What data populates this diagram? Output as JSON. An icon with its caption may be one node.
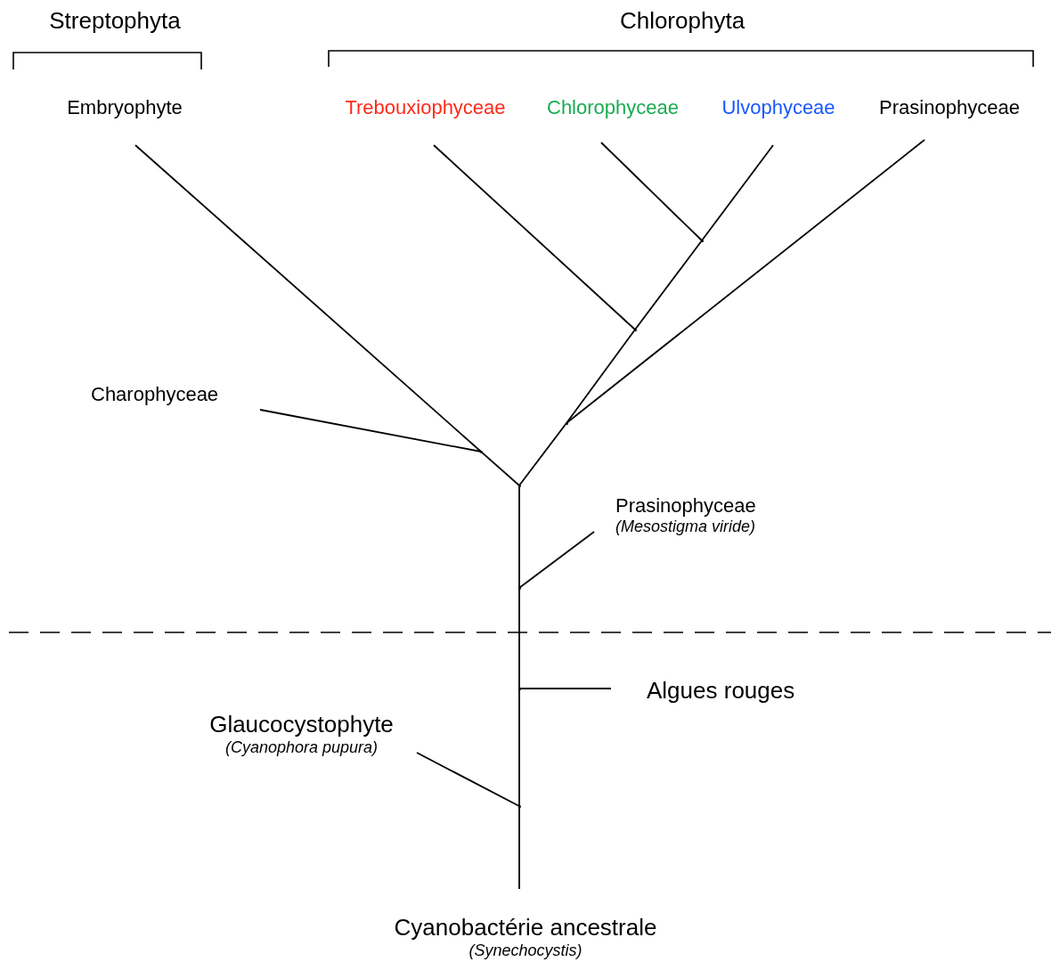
{
  "diagram": {
    "nodes": [
      {
        "text": [
          "Embryophyte"
        ]
      },
      {
        "text": [
          "Trebouxiophyceae"
        ]
      },
      {
        "text": [
          "Chlorophyceae"
        ]
      },
      {
        "text": [
          "Ulvophyceae"
        ]
      },
      {
        "text": [
          "Prasinophyceae"
        ]
      },
      {
        "text": [
          "Charophyceae"
        ]
      },
      {
        "text": [
          "Prasinophyceae",
          "(Mesostigma viride)"
        ]
      },
      {
        "text": [
          "Algues rouges"
        ]
      },
      {
        "text": [
          "Glaucocystophyte",
          "(Cyanophora pupura)"
        ]
      },
      {
        "text": [
          "Cyanobactérie ancestrale",
          "(Synechocystis)"
        ]
      },
      {
        "text": [],
        "shape": "point"
      },
      {
        "text": [],
        "shape": "point"
      },
      {
        "text": [],
        "shape": "point"
      },
      {
        "text": [],
        "shape": "point"
      },
      {
        "text": [],
        "shape": "point"
      },
      {
        "text": [],
        "shape": "point"
      },
      {
        "text": [],
        "shape": "point"
      },
      {
        "text": [],
        "shape": "point"
      }
    ],
    "edges": [
      {
        "from": 0,
        "to": 13,
        "arrow": "none"
      },
      {
        "from": 1,
        "to": 11,
        "arrow": "none"
      },
      {
        "from": 2,
        "to": 10,
        "arrow": "none"
      },
      {
        "from": 3,
        "to": 10,
        "arrow": "none"
      },
      {
        "from": 4,
        "to": 12,
        "arrow": "none"
      },
      {
        "from": 5,
        "to": 13,
        "arrow": "none"
      },
      {
        "from": 10,
        "to": 11,
        "arrow": "none"
      },
      {
        "from": 11,
        "to": 12,
        "arrow": "none"
      },
      {
        "from": 12,
        "to": 14,
        "arrow": "none"
      },
      {
        "from": 13,
        "to": 14,
        "arrow": "none"
      },
      {
        "from": 14,
        "to": 15,
        "arrow": "none"
      },
      {
        "from": 6,
        "to": 15,
        "arrow": "none"
      },
      {
        "from": 15,
        "to": 16,
        "arrow": "none"
      },
      {
        "from": 7,
        "to": 16,
        "arrow": "none"
      },
      {
        "from": 16,
        "to": 17,
        "arrow": "none"
      },
      {
        "from": 8,
        "to": 17,
        "arrow": "none"
      },
      {
        "from": 17,
        "to": 9,
        "arrow": "none"
      }
    ],
    "labels": [
      "Streptophyta",
      "Chlorophyta"
    ]
  }
}
